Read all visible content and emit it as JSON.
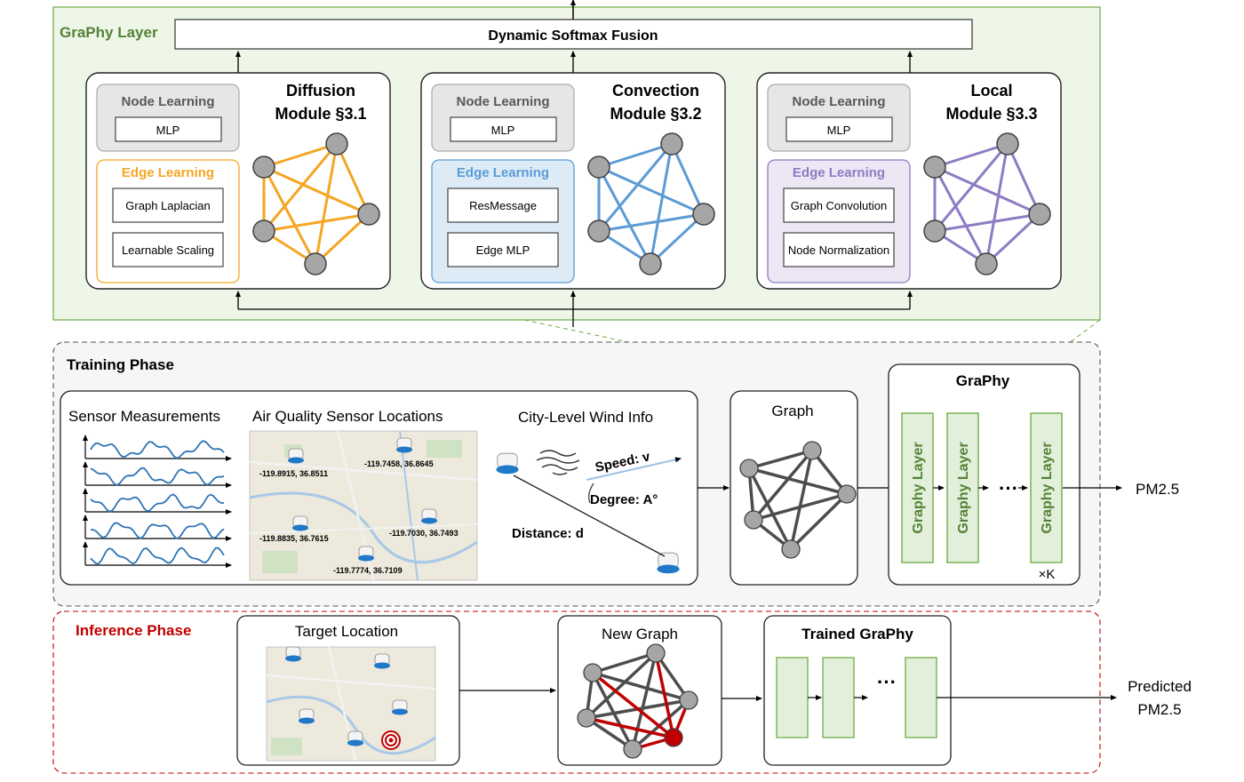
{
  "colors": {
    "graphy_bg": "#eef6e8",
    "graphy_border": "#70ad47",
    "graphy_title": "#548235",
    "orange": "#f5a623",
    "blue": "#5b9bd5",
    "purple": "#8e7cc3",
    "green_layer": "#70ad47",
    "red": "#c00000",
    "node": "#a6a6a6"
  },
  "graphy_layer": {
    "title": "GraPhy Layer",
    "fusion": "Dynamic Softmax Fusion",
    "modules": [
      {
        "node_learning": "Node Learning",
        "node_item": "MLP",
        "edge_learning": "Edge Learning",
        "edge_items": [
          "Graph Laplacian",
          "Learnable Scaling"
        ],
        "name_line1": "Diffusion",
        "name_line2": "Module §3.1"
      },
      {
        "node_learning": "Node Learning",
        "node_item": "MLP",
        "edge_learning": "Edge Learning",
        "edge_items": [
          "ResMessage",
          "Edge MLP"
        ],
        "name_line1": "Convection",
        "name_line2": "Module §3.2"
      },
      {
        "node_learning": "Node Learning",
        "node_item": "MLP",
        "edge_learning": "Edge Learning",
        "edge_items": [
          "Graph Convolution",
          "Node Normalization"
        ],
        "name_line1": "Local",
        "name_line2": "Module §3.3"
      }
    ]
  },
  "training": {
    "title": "Training Phase",
    "sensor_measurements": "Sensor Measurements",
    "sensor_locations": "Air Quality Sensor Locations",
    "coords": [
      "-119.8915,   36.8511",
      "-119.7458,   36.8645",
      "-119.8835,   36.7615",
      "-119.7030,   36.7493",
      "-119.7774,   36.7109"
    ],
    "wind_title": "City-Level Wind Info",
    "speed": "Speed: v",
    "degree": "Degree: A°",
    "distance": "Distance: d",
    "graph": "Graph",
    "graphy": "GraPhy",
    "layer_label": "Graphy Layer",
    "dots": "···",
    "times_k": "×K",
    "output": "PM2.5"
  },
  "inference": {
    "title": "Inference Phase",
    "target_location": "Target Location",
    "new_graph": "New Graph",
    "trained": "Trained GraPhy",
    "dots": "···",
    "output_line1": "Predicted",
    "output_line2": "PM2.5"
  }
}
